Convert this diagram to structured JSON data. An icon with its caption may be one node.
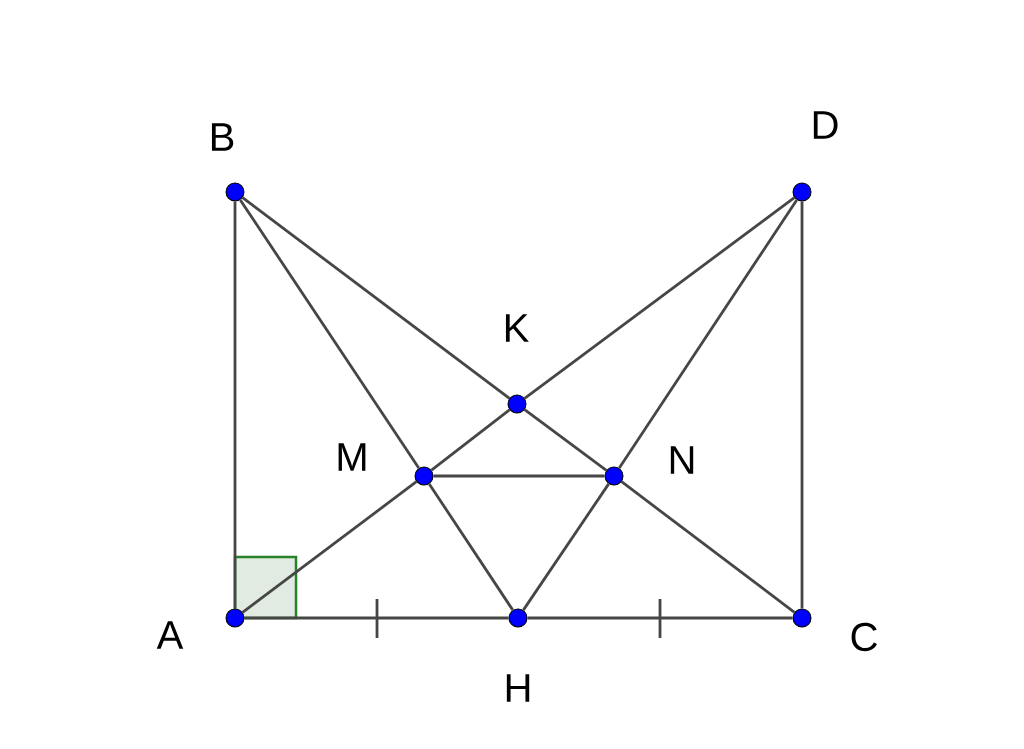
{
  "diagram": {
    "nodes": [
      {
        "text": [],
        "shape": "circle",
        "beside": [
          "B"
        ]
      },
      {
        "text": [],
        "shape": "circle",
        "beside": [
          "D"
        ]
      },
      {
        "text": [],
        "shape": "circle",
        "beside": [
          "K"
        ]
      },
      {
        "text": [],
        "shape": "circle",
        "beside": [
          "M"
        ]
      },
      {
        "text": [],
        "shape": "circle",
        "beside": [
          "N"
        ]
      },
      {
        "text": [],
        "shape": "circle",
        "beside": [
          "A"
        ]
      },
      {
        "text": [],
        "shape": "circle",
        "beside": [
          "H"
        ]
      },
      {
        "text": [],
        "shape": "circle",
        "beside": [
          "C"
        ]
      }
    ],
    "edges": [
      {
        "from": 5,
        "to": 0,
        "arrow": "none"
      },
      {
        "from": 5,
        "to": 6,
        "arrow": "none"
      },
      {
        "from": 6,
        "to": 7,
        "arrow": "none"
      },
      {
        "from": 7,
        "to": 1,
        "arrow": "none"
      },
      {
        "from": 0,
        "to": 3,
        "arrow": "none"
      },
      {
        "from": 3,
        "to": 6,
        "arrow": "none"
      },
      {
        "from": 1,
        "to": 4,
        "arrow": "none"
      },
      {
        "from": 4,
        "to": 6,
        "arrow": "none"
      },
      {
        "from": 0,
        "to": 2,
        "arrow": "none"
      },
      {
        "from": 2,
        "to": 4,
        "arrow": "none"
      },
      {
        "from": 4,
        "to": 7,
        "arrow": "none"
      },
      {
        "from": 5,
        "to": 3,
        "arrow": "none"
      },
      {
        "from": 3,
        "to": 2,
        "arrow": "none"
      },
      {
        "from": 2,
        "to": 1,
        "arrow": "none"
      },
      {
        "from": 3,
        "to": 4,
        "arrow": "none"
      }
    ]
  }
}
